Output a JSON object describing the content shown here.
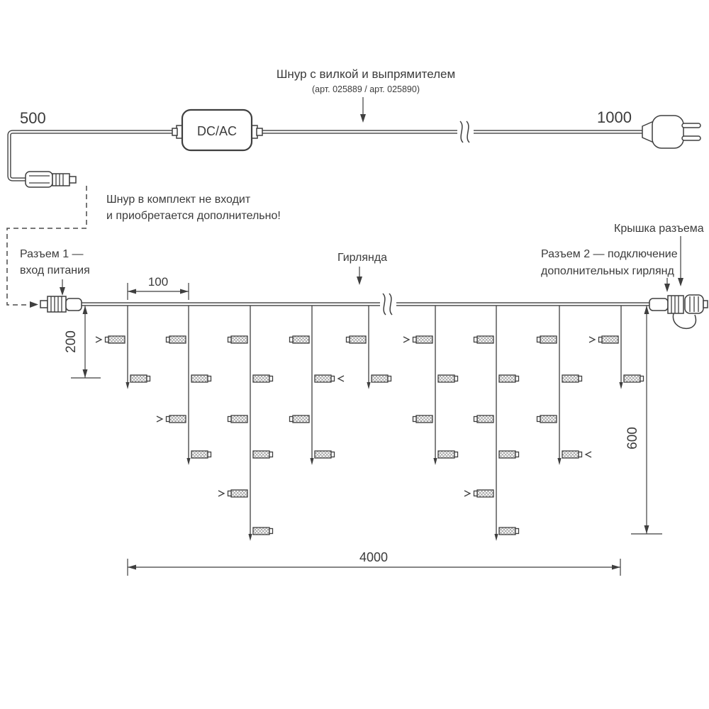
{
  "labels": {
    "cord_title": "Шнур с вилкой и выпрямителем",
    "cord_sku": "(арт. 025889 / арт. 025890)",
    "dcac": "DC/AC",
    "note_line1": "Шнур в комплект не входит",
    "note_line2": "и приобретается дополнительно!",
    "connector1_line1": "Разъем 1 —",
    "connector1_line2": "вход питания",
    "garland": "Гирлянда",
    "cap": "Крышка разъема",
    "connector2_line1": "Разъем 2 — подключение",
    "connector2_line2": "дополнительных гирлянд"
  },
  "dims": {
    "d500": "500",
    "d1000": "1000",
    "d100": "100",
    "d200": "200",
    "d600": "600",
    "d4000": "4000"
  },
  "colors": {
    "ink": "#3b3b3b",
    "line": "#3f3f3f",
    "hatch": "#8a8a8a"
  }
}
